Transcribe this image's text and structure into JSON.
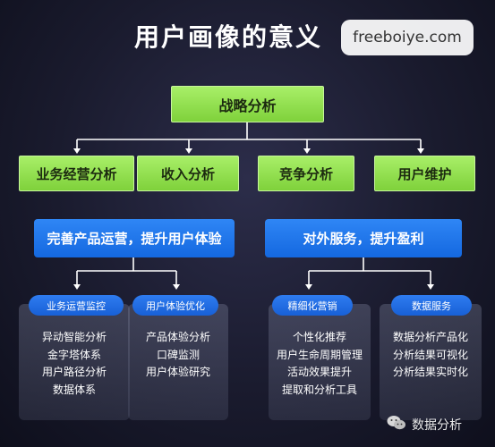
{
  "title": "用户画像的意义",
  "watermark": "freeboiye.com",
  "root": "战略分析",
  "level1": [
    "业务经营分析",
    "收入分析",
    "竞争分析",
    "用户维护"
  ],
  "groups": [
    {
      "label": "完善产品运营，提升用户体验",
      "subs": [
        {
          "label": "业务运营监控",
          "items": [
            "异动智能分析",
            "金字塔体系",
            "用户路径分析",
            "数据体系"
          ]
        },
        {
          "label": "用户体验优化",
          "items": [
            "产品体验分析",
            "口碑监测",
            "用户体验研究"
          ]
        }
      ]
    },
    {
      "label": "对外服务，提升盈利",
      "subs": [
        {
          "label": "精细化营销",
          "items": [
            "个性化推荐",
            "用户生命周期管理",
            "活动效果提升",
            "提取和分析工具"
          ]
        },
        {
          "label": "数据服务",
          "items": [
            "数据分析产品化",
            "分析结果可视化",
            "分析结果实时化"
          ]
        }
      ]
    }
  ],
  "footer_watermark": "数据分析",
  "colors": {
    "green": "#8fdc4a",
    "blue": "#1f74ea",
    "line": "#ffffff"
  }
}
